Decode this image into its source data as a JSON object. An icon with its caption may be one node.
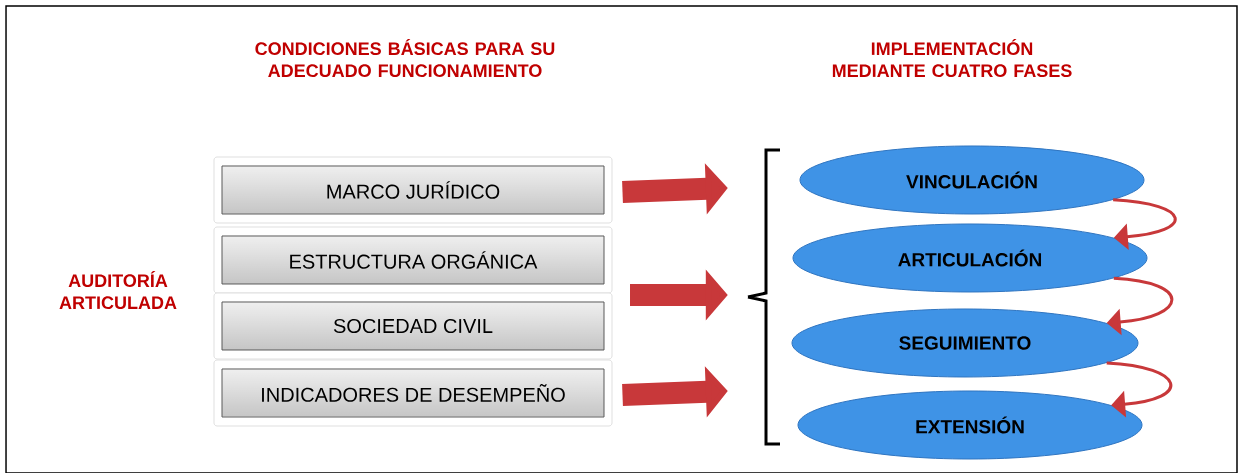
{
  "diagram": {
    "nodes": [
      {
        "text": [
          "MARCO JURÍDICO"
        ]
      },
      {
        "text": [
          "ESTRUCTURA ORGÁNICA"
        ]
      },
      {
        "text": [
          "SOCIEDAD CIVIL"
        ]
      },
      {
        "text": [
          "INDICADORES DE DESEMPEÑO"
        ]
      },
      {
        "text": [],
        "shape": "bracket"
      },
      {
        "text": [
          "VINCULACIÓN"
        ]
      },
      {
        "text": [
          "ARTICULACIÓN"
        ]
      },
      {
        "text": [
          "SEGUIMIENTO"
        ]
      },
      {
        "text": [
          "EXTENSIÓN"
        ]
      }
    ],
    "edges": [
      {
        "from": 0,
        "to": 4,
        "arrow": "to",
        "style": "thick"
      },
      {
        "from": null,
        "to": 4,
        "arrow": "to",
        "style": "thick"
      },
      {
        "from": 3,
        "to": 4,
        "arrow": "to",
        "style": "thick"
      },
      {
        "from": 5,
        "to": 6,
        "arrow": "to"
      },
      {
        "from": 6,
        "to": 7,
        "arrow": "to"
      },
      {
        "from": 7,
        "to": 8,
        "arrow": "to"
      }
    ],
    "labels": [
      "CONDICIONES BÁSICAS PARA SU ADECUADO FUNCIONAMIENTO",
      "IMPLEMENTACIÓN MEDIANTE CUATRO FASES",
      "AUDITORÍA ARTICULADA"
    ]
  }
}
